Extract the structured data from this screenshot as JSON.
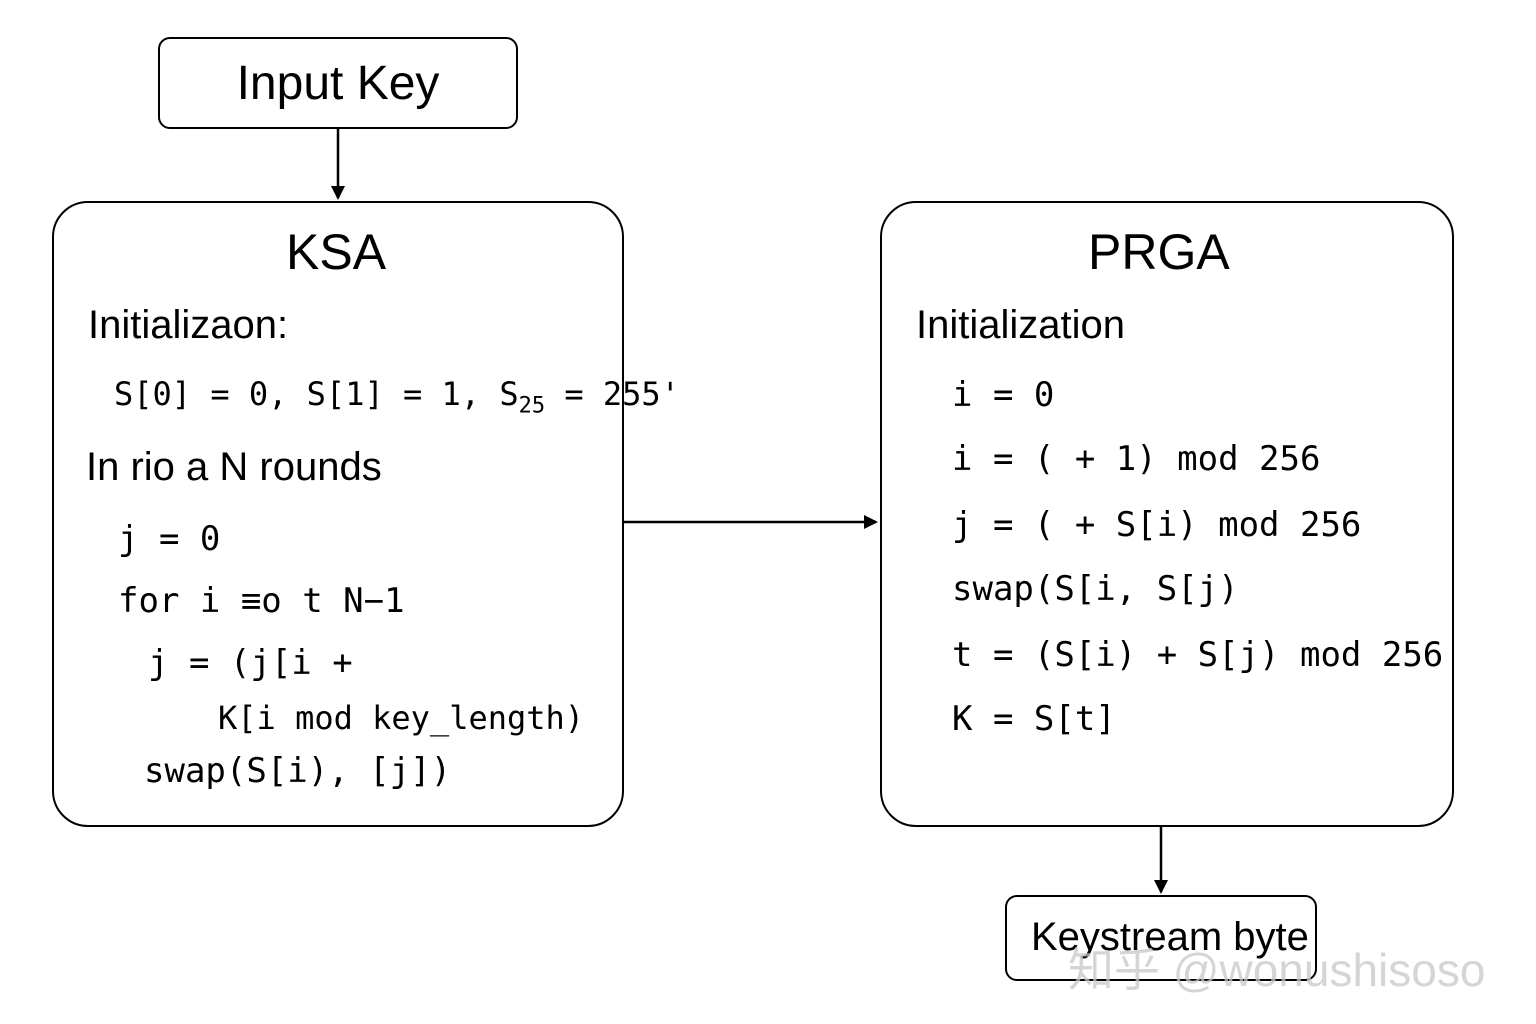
{
  "input_key": {
    "label": "Input Key"
  },
  "ksa": {
    "title": "KSA",
    "init_heading": "Initializaon:",
    "init_line": {
      "s0": "S[0]",
      "eq1": " = 0, ",
      "s1": "S[1] = 1, ",
      "s_base": "S",
      "s_sub": "25",
      "tail": " = 255'"
    },
    "rounds_heading": "In rio a N rounds",
    "code": [
      "j = 0",
      "for i ≡o t N−1",
      "j = (j[i +",
      "K[i mod key_length)",
      "swap(S[i), [j])"
    ]
  },
  "prga": {
    "title": "PRGA",
    "init_heading": "Initialization",
    "code": [
      "i = 0",
      "i = ( + 1) mod 256",
      "j = ( + S[i) mod 256",
      "swap(S[i, S[j)",
      "t = (S[i) + S[j)  mod 256",
      "K = S[t]"
    ]
  },
  "keystream": {
    "label": "Keystream byte"
  },
  "watermark": {
    "text": "知乎 @wonushisoso"
  }
}
